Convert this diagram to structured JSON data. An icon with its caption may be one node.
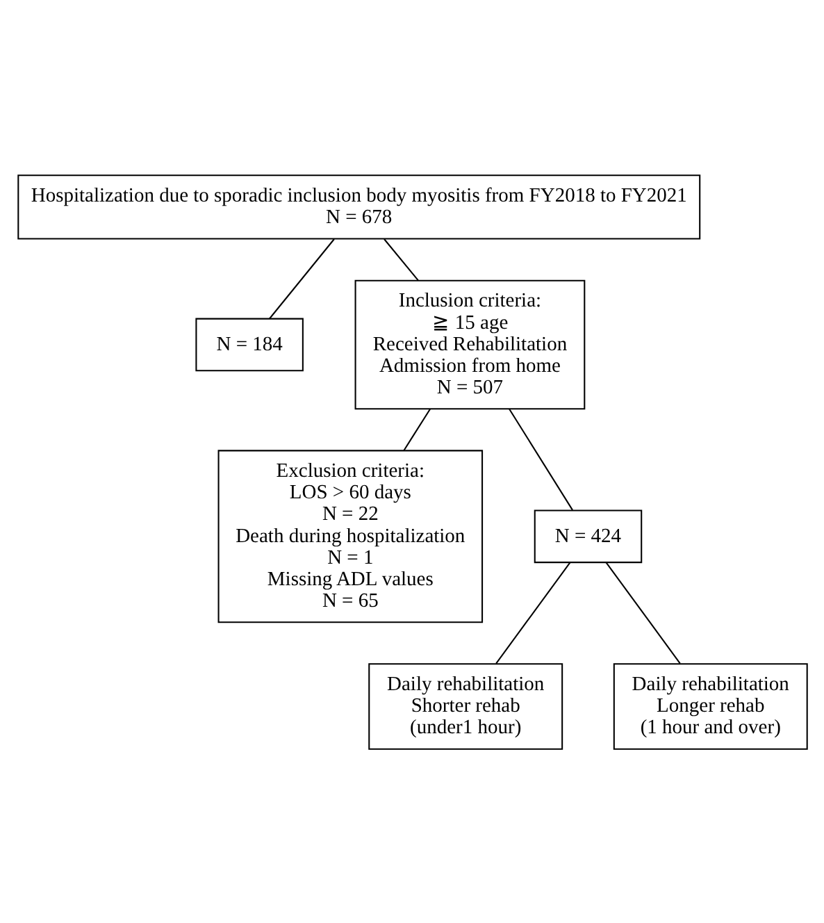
{
  "diagram": {
    "nodes": [
      {
        "text": [
          "Hospitalization due to sporadic inclusion body myositis from FY2018 to FY2021",
          "N = 678"
        ]
      },
      {
        "text": [
          "N = 184"
        ]
      },
      {
        "text": [
          "Inclusion criteria:",
          "≧ 15 age",
          "Received Rehabilitation",
          "Admission from home",
          "N = 507"
        ]
      },
      {
        "text": [
          "Exclusion criteria:",
          "LOS > 60 days",
          "N = 22",
          "Death during hospitalization",
          "N = 1",
          "Missing ADL values",
          "N = 65"
        ]
      },
      {
        "text": [
          "N = 424"
        ]
      },
      {
        "text": [
          "Daily rehabilitation",
          "Shorter rehab",
          "(under1 hour)"
        ]
      },
      {
        "text": [
          "Daily rehabilitation",
          "Longer rehab",
          "(1 hour and over)"
        ]
      }
    ],
    "edges": [
      {
        "from": 0,
        "to": 1,
        "arrow": "none"
      },
      {
        "from": 0,
        "to": 2,
        "arrow": "none"
      },
      {
        "from": 2,
        "to": 3,
        "arrow": "none"
      },
      {
        "from": 2,
        "to": 4,
        "arrow": "none"
      },
      {
        "from": 4,
        "to": 5,
        "arrow": "none"
      },
      {
        "from": 4,
        "to": 6,
        "arrow": "none"
      }
    ]
  }
}
